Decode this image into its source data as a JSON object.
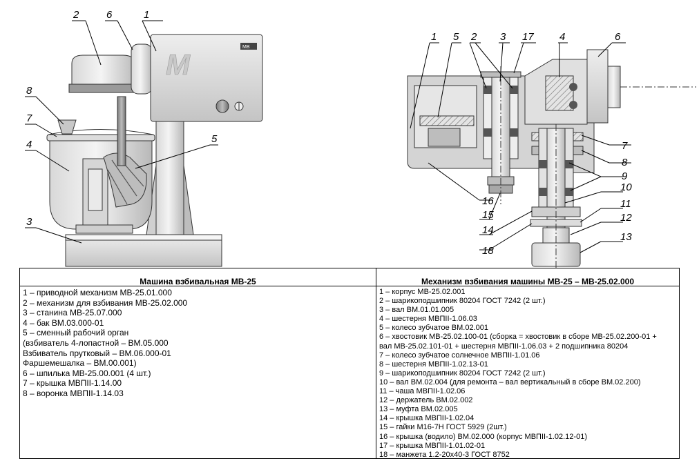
{
  "left_figure": {
    "callouts": [
      "1",
      "2",
      "3",
      "4",
      "5",
      "6",
      "7",
      "8"
    ],
    "logo_text": "M",
    "plate_text": "МВ"
  },
  "right_figure": {
    "callouts": [
      "1",
      "2",
      "3",
      "4",
      "5",
      "6",
      "7",
      "8",
      "9",
      "10",
      "11",
      "12",
      "13",
      "14",
      "15",
      "16",
      "17",
      "18"
    ]
  },
  "table": {
    "left_title": "Машина взбивальная МВ-25",
    "left_items": [
      "1 – приводной механизм МВ-25.01.000",
      " 2 – механизм для взбивания МВ-25.02.000",
      "3 – станина МВ-25.07.000",
      "4 – бак ВМ.03.000-01",
      "5 – сменный рабочий орган",
      "(взбиватель 4-лопастной – ВМ.05.000",
      "Взбиватель прутковый – ВМ.06.000-01",
      "Фаршемешалка – ВМ.00.001)",
      "6 – шпилька МВ-25.00.001 (4 шт.)",
      "7 – крышка МВПII-1.14.00",
      "8 – воронка МВПII-1.14.03"
    ],
    "right_title": "Механизм взбивания машины МВ-25 – МВ-25.02.000",
    "right_items": [
      "1 – корпус МВ-25.02.001",
      "2 – шарикоподшипник 80204 ГОСТ 7242 (2 шт.)",
      "3 – вал ВМ.01.01.005",
      "4 – шестерня МВПII-1.06.03",
      "5 – колесо зубчатое ВМ.02.001",
      "6 – хвостовик МВ-25.02.100-01 (сборка = хвостовик в сборе МВ-25.02.200-01 +",
      "вал МВ-25.02.101-01 + шестерня МВПII-1.06.03 + 2 подшипника 80204",
      "7 – колесо зубчатое солнечное МВПII-1.01.06",
      "8 – шестерня МВПII-1.02.13-01",
      " 9 – шарикоподшипник 80204 ГОСТ 7242 (2 шт.)",
      "10 – вал ВМ.02.004 (для ремонта – вал вертикальный в сборе ВМ.02.200)",
      "11 – чаша МВПII-1.02.06",
      "12 – держатель ВМ.02.002",
      "13 – муфта ВМ.02.005",
      "14 – крышка МВПII-1.02.04",
      "15 – гайки М16-7Н ГОСТ 5929 (2шт.)",
      "16 – крышка (водило) ВМ.02.000 (корпус МВПII-1.02.12-01)",
      "17 – крышка МВПII-1.01.02-01",
      "18 – манжета 1.2-20х40-3 ГОСТ 8752"
    ]
  },
  "colors": {
    "body_light": "#ececec",
    "body_mid": "#cfcfcf",
    "body_dark": "#8a8a8a",
    "stroke": "#333333",
    "hatch": "#6a6a6a"
  }
}
